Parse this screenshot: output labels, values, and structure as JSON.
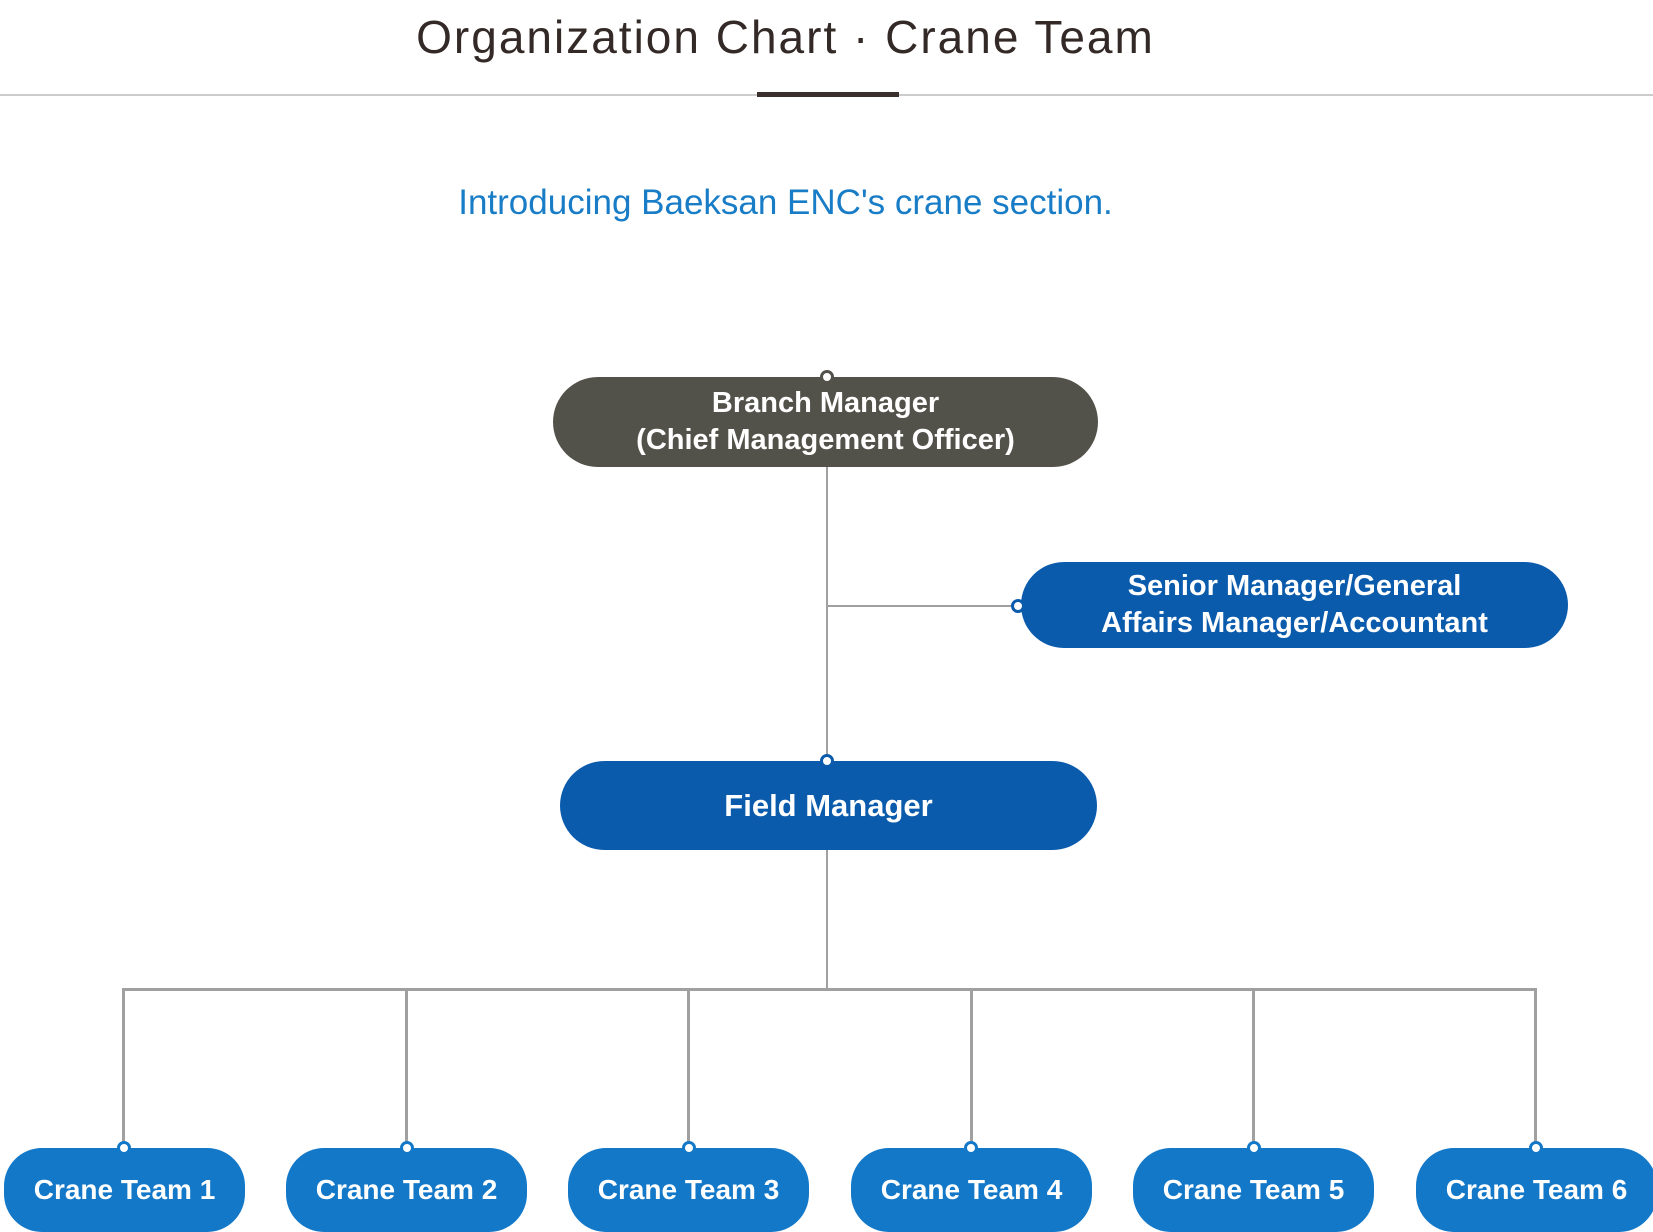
{
  "header": {
    "title": "Organization Chart · Crane Team",
    "subtitle": "Introducing Baeksan ENC's crane section."
  },
  "colors": {
    "title_text": "#332926",
    "subtitle_blue": "#187dc6",
    "node_dark": "#53524a",
    "node_blue_dark": "#0b5bad",
    "node_blue_light": "#1378c8",
    "connector_gray": "#a0a0a0",
    "rule_light": "#cccccc",
    "rule_accent": "#3a2f2b"
  },
  "org": {
    "root": {
      "line1": "Branch Manager",
      "line2": "(Chief Management Officer)"
    },
    "staff": {
      "line1": "Senior Manager/General",
      "line2": "Affairs Manager/Accountant"
    },
    "field": {
      "label": "Field Manager"
    },
    "teams": [
      {
        "label": "Crane Team 1"
      },
      {
        "label": "Crane Team 2"
      },
      {
        "label": "Crane Team 3"
      },
      {
        "label": "Crane Team 4"
      },
      {
        "label": "Crane Team 5"
      },
      {
        "label": "Crane Team 6"
      }
    ]
  }
}
